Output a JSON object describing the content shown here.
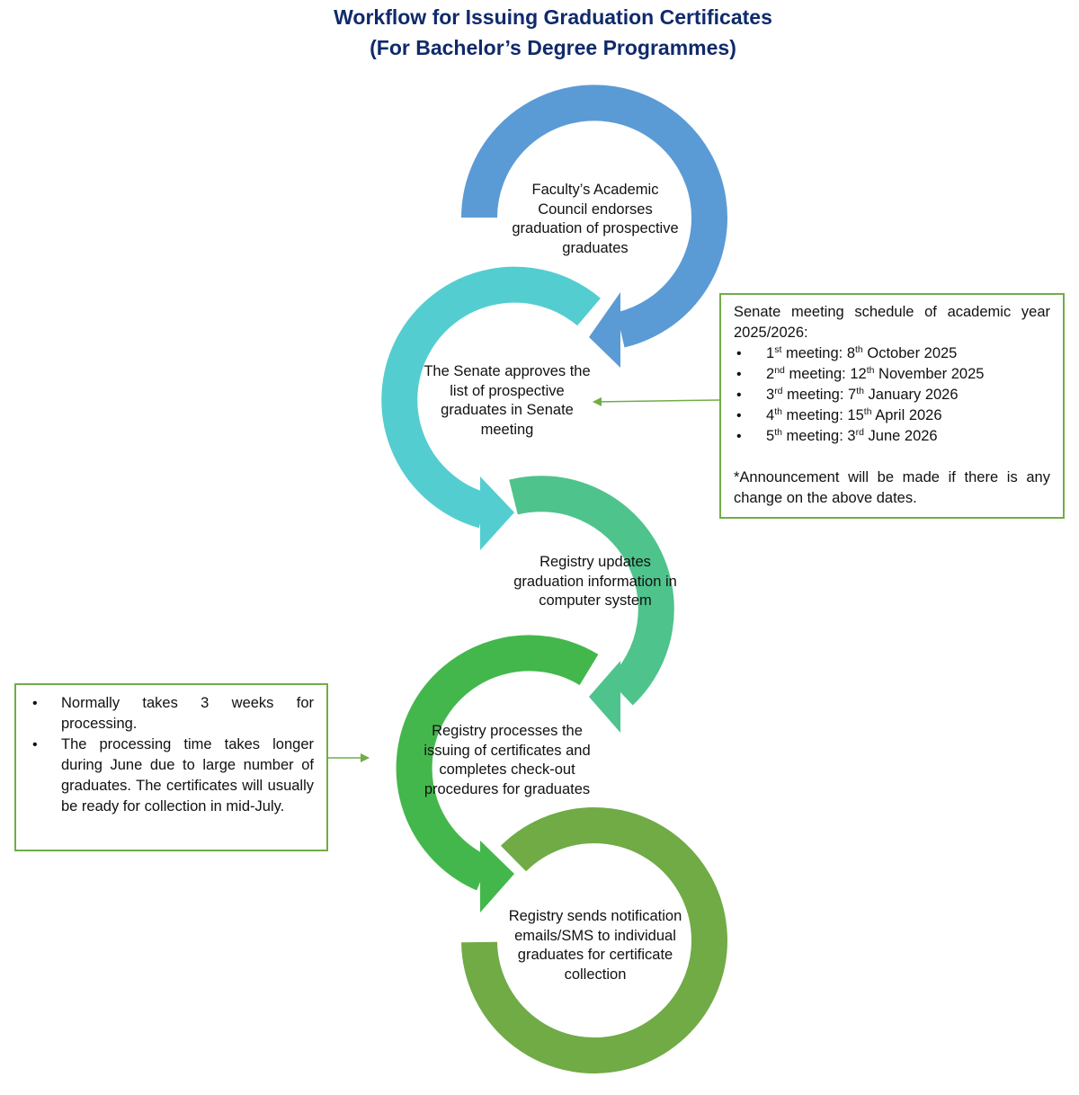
{
  "title": {
    "line1": "Workflow for Issuing Graduation Certificates",
    "line2": "(For Bachelor’s Degree Programmes)"
  },
  "steps": [
    {
      "text": "Faculty’s Academic Council endorses graduation of prospective graduates",
      "color": "#5b9bd5"
    },
    {
      "text": "The Senate approves the list of prospective graduates in Senate meeting",
      "color": "#54cdd0"
    },
    {
      "text": "Registry updates graduation information in computer system",
      "color": "#4fc38c"
    },
    {
      "text": "Registry processes the issuing of certificates and completes check-out procedures for graduates",
      "color": "#44b74c"
    },
    {
      "text": "Registry sends notification emails/SMS to individual graduates for certificate collection",
      "color": "#70ab46"
    }
  ],
  "senate_note": {
    "intro": "Senate meeting schedule of academic year 2025/2026:",
    "meetings": [
      {
        "ord_num": "1",
        "ord_sup": "st",
        "label": " meeting: ",
        "day": "8",
        "day_sup": "th",
        "rest": " October 2025"
      },
      {
        "ord_num": "2",
        "ord_sup": "nd",
        "label": " meeting: ",
        "day": "12",
        "day_sup": "th",
        "rest": " November 2025"
      },
      {
        "ord_num": "3",
        "ord_sup": "rd",
        "label": " meeting: ",
        "day": "7",
        "day_sup": "th",
        "rest": " January 2026"
      },
      {
        "ord_num": "4",
        "ord_sup": "th",
        "label": " meeting: ",
        "day": "15",
        "day_sup": "th",
        "rest": " April 2026"
      },
      {
        "ord_num": "5",
        "ord_sup": "th",
        "label": " meeting: ",
        "day": "3",
        "day_sup": "rd",
        "rest": " June 2026"
      }
    ],
    "footnote": "*Announcement will be made if there is any change on the above dates."
  },
  "processing_note": {
    "bullets": [
      "Normally takes 3 weeks for processing.",
      "The processing time takes longer during June due to large number of graduates. The certificates will usually be ready for collection in mid-July."
    ]
  },
  "colors": {
    "title": "#102a6b",
    "note_border": "#70ad47",
    "connector": "#70ad47"
  },
  "bullet_glyph": "•"
}
